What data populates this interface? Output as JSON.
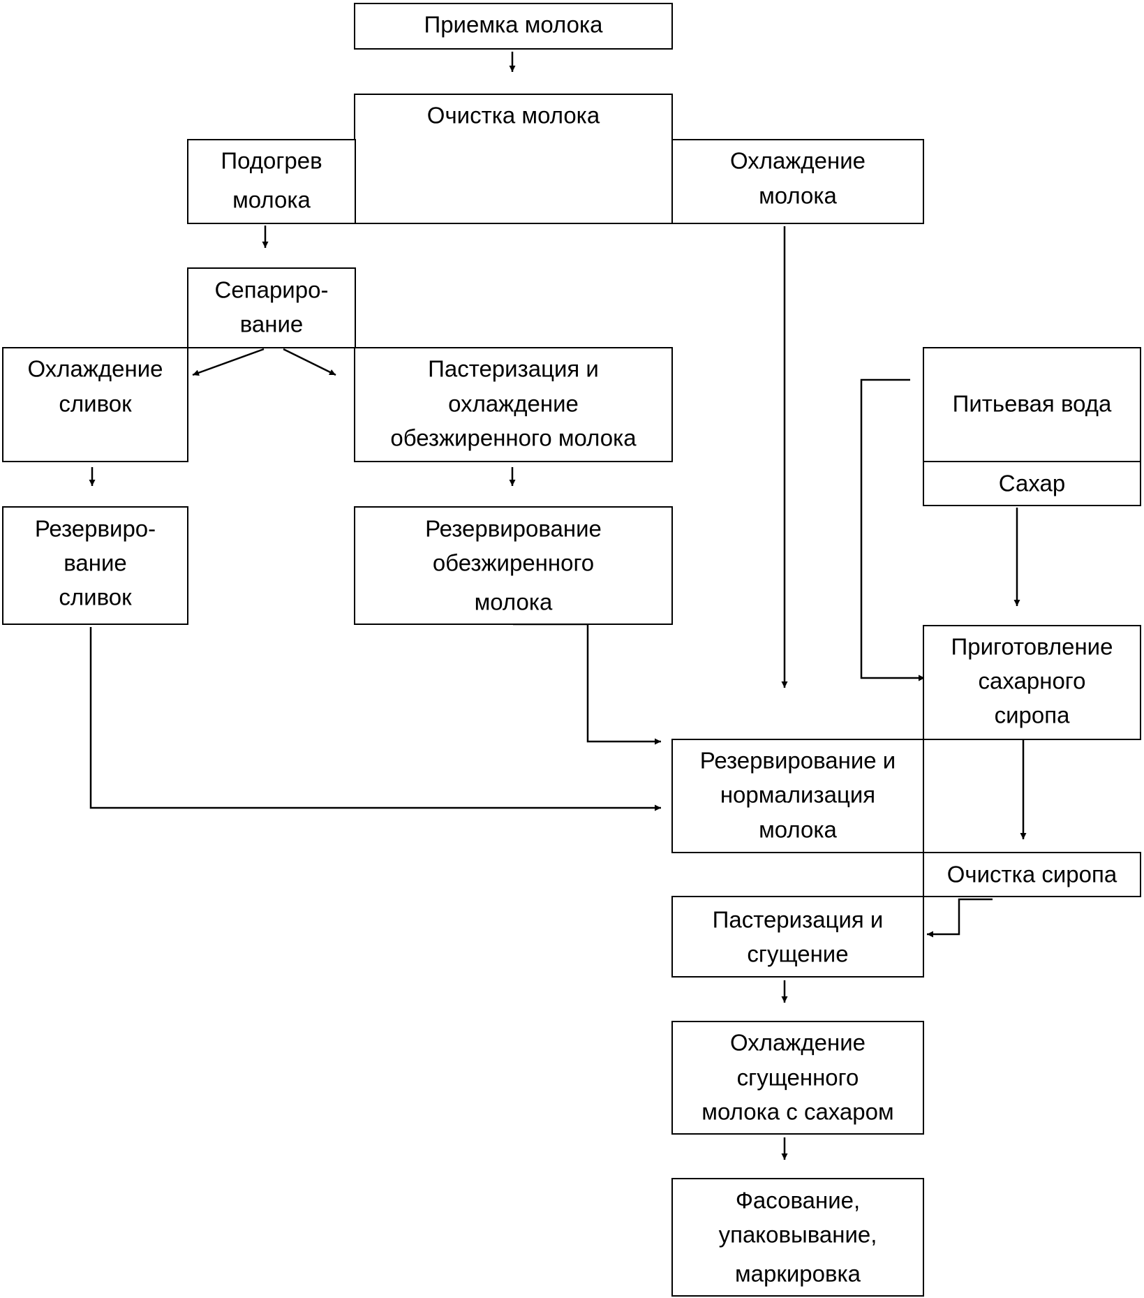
{
  "steps": {
    "milk_reception": [
      "Приемка молока"
    ],
    "milk_cleaning": [
      "Очистка молока"
    ],
    "milk_heating": [
      "Подогрев",
      "молока"
    ],
    "milk_cooling": [
      "Охлаждение",
      "молока"
    ],
    "separation": [
      "Сепариро-",
      "вание"
    ],
    "cream_cooling": [
      "Охлаждение",
      "сливок"
    ],
    "skim_pasteurization": [
      "Пастеризация и",
      "охлаждение",
      "обезжиренного молока"
    ],
    "drinking_water": [
      "Питьевая вода"
    ],
    "sugar": [
      "Сахар"
    ],
    "cream_storage": [
      "Резервиро-",
      "вание",
      "сливок"
    ],
    "skim_storage": [
      "Резервирование",
      "обезжиренного",
      "молока"
    ],
    "syrup_preparation": [
      "Приготовление",
      "сахарного",
      "сиропа"
    ],
    "storage_normalization": [
      "Резервирование и",
      "нормализация",
      "молока"
    ],
    "syrup_cleaning": [
      "Очистка сиропа"
    ],
    "pasteurization_condensing": [
      "Пастеризация и",
      "сгущение"
    ],
    "condensed_cooling": [
      "Охлаждение",
      "сгущенного",
      "молока с сахаром"
    ],
    "packaging": [
      "Фасование,",
      "упаковывание,",
      "маркировка"
    ]
  }
}
